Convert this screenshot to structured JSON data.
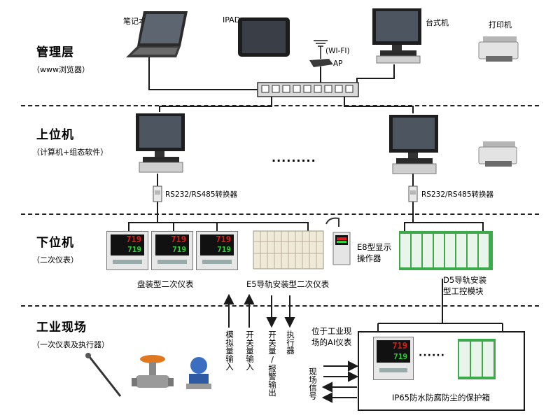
{
  "levels": [
    {
      "title": "管理层",
      "subtitle": "（www浏览器）"
    },
    {
      "title": "上位机",
      "subtitle": "（计算机+组态软件）"
    },
    {
      "title": "下位机",
      "subtitle": "（二次仪表）"
    },
    {
      "title": "工业现场",
      "subtitle": "（一次仪表及执行器）"
    }
  ],
  "management": {
    "laptop": "笔记本",
    "ipad": "IPAD",
    "desktop": "台式机",
    "printer": "打印机",
    "wifi": "(WI-FI)",
    "ap": "AP"
  },
  "upper": {
    "converter_left": "RS232/RS485转换器",
    "converter_right": "RS232/RS485转换器",
    "ellipsis": "·········"
  },
  "lower": {
    "panel_meters": "盘装型二次仪表",
    "rail_meters": "E5导轨安装型二次仪表",
    "e8_line1": "E8型显示",
    "e8_line2": "操作器",
    "d5_line1": "D5导轨安装",
    "d5_line2": "型工控模块",
    "meter_reading_top": "719",
    "meter_reading_bottom": "719"
  },
  "field": {
    "signals": [
      {
        "label": "模拟量输入",
        "direction": "up"
      },
      {
        "label": "开关量输入",
        "direction": "up"
      },
      {
        "label": "开关量/报警输出",
        "direction": "down"
      },
      {
        "label": "执行器",
        "direction": "down"
      }
    ],
    "ai_meter_line1": "位于工业现",
    "ai_meter_line2": "场的AI仪表",
    "field_signal": "现场信号",
    "protection_box": "IP65防水防腐防尘的保护箱",
    "box_ellipsis": "······"
  },
  "colors": {
    "led_red": "#e01a1a",
    "led_green": "#2fd23a",
    "module_green": "#3caa4a",
    "line": "#1a1a1a"
  }
}
